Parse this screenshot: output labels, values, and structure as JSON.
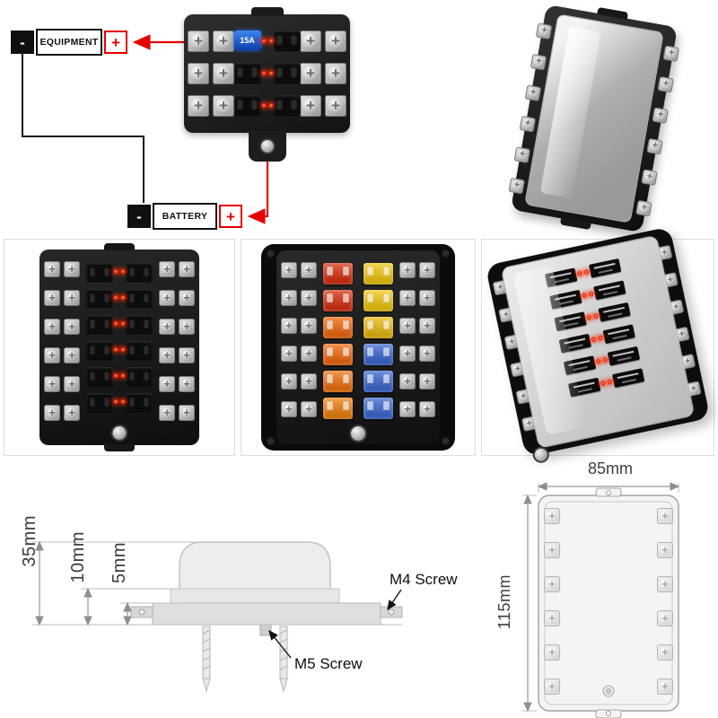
{
  "wiring_diagram": {
    "equipment_label": "EQUIPMENT",
    "battery_label": "BATTERY",
    "minus_symbol": "-",
    "plus_symbol": "+",
    "fuse_rating_display": "15A"
  },
  "dimension_drawing": {
    "cover_height": "35mm",
    "lip_height": "10mm",
    "base_height": "5mm",
    "m4_label": "M4 Screw",
    "m5_label": "M5 Screw",
    "width_label": "85mm",
    "height_label": "115mm"
  },
  "fuse_colors": {
    "left": [
      "#d62400",
      "#d62400",
      "#f06000",
      "#f06000",
      "#f06a00",
      "#ef7a00"
    ],
    "right": [
      "#f2c400",
      "#f2c400",
      "#e9b600",
      "#2f5fd0",
      "#2f5fd0",
      "#2f5fd0"
    ]
  },
  "accent_colors": {
    "positive_wire_red": "#e60000",
    "negative_wire_black": "#141414",
    "led_red": "#ff3300",
    "fuse_display_blue": "#1565d8"
  }
}
